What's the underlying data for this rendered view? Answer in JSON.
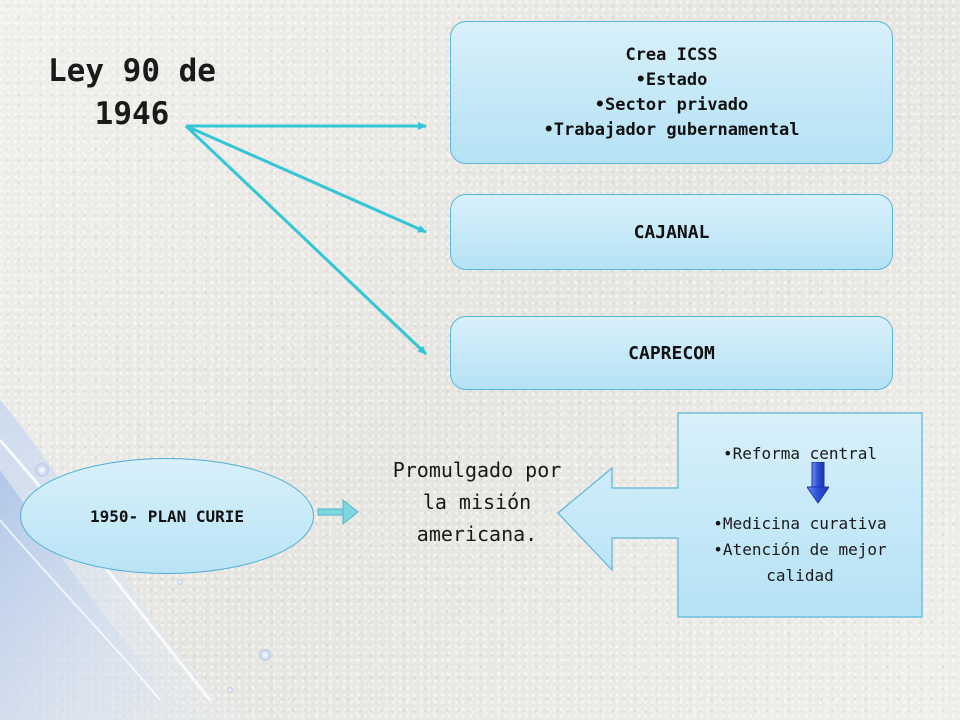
{
  "slide": {
    "title_line1": "Ley 90 de",
    "title_line2": "1946",
    "icss_box": {
      "heading": "Crea ICSS",
      "items": [
        "•Estado",
        "•Sector privado",
        "•Trabajador gubernamental"
      ]
    },
    "cajanal_label": "CAJANAL",
    "caprecom_label": "CAPRECOM",
    "plan_label": "1950- PLAN CURIE",
    "promulgado_lines": [
      "Promulgado por",
      "la misión",
      "americana."
    ],
    "callout": {
      "first": "•Reforma central",
      "items": [
        "•Medicina curativa",
        "•Atención de mejor",
        "calidad"
      ]
    }
  },
  "colors": {
    "box_fill": "#b5e2f5",
    "box_border": "#5cb5dc",
    "connector": "#33c6d6",
    "down_arrow": "#2b4fd6",
    "plan_arrow": "#7ed6e0"
  }
}
